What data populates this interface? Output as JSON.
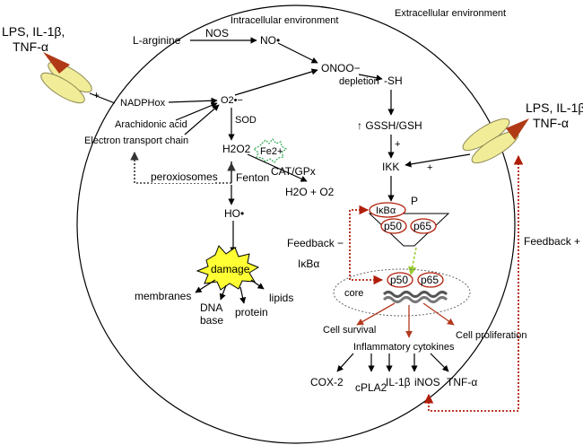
{
  "regions": {
    "intracellular": "Intracellular environment",
    "extracellular": "Extracellular environment"
  },
  "stimulus_left": {
    "line1": "LPS, IL-1β,",
    "line2": "TNF-α"
  },
  "stimulus_right": {
    "line1": "LPS, IL-1β,",
    "line2": "TNF-α"
  },
  "nodes": {
    "l_arginine": "L-arginine",
    "nos": "NOS",
    "no_radical": "NO•",
    "peroxynitrite": "ONOO−",
    "nadphox": "NADPHox",
    "superoxide": "O2•−",
    "plus_nadph": "+",
    "arachidonic_acid": "Arachidonic acid",
    "electron_transport": "Electron transport chain",
    "sod": "SOD",
    "h2o2": "H2O2",
    "fe2": "Fe2+",
    "cat_gpx": "CAT/GPx",
    "fenton": "Fenton",
    "water_oxygen": "H2O + O2",
    "peroxiosomes": "peroxiosomes",
    "hydroxyl": "HO•",
    "damage": "damage",
    "membranes": "membranes",
    "dna": "DNA",
    "base": "base",
    "protein": "protein",
    "lipids": "lipids",
    "depletion": "depletion",
    "sh": "-SH",
    "gssh_gsh": "↑ GSSH/GSH",
    "plus_gssh": "+",
    "ikk": "IKK",
    "plus_ikk": "+",
    "p_label": "P",
    "ikba": "IκBα",
    "p50": "p50",
    "p65": "p65",
    "feedback_minus": "Feedback −",
    "ikba_side": "IκBα",
    "core": "core",
    "nuc_p50": "p50",
    "nuc_p65": "p65",
    "cell_survival": "Cell survival",
    "cell_proliferation": "Cell proliferation",
    "inflammatory_cytokines": "Inflammatory cytokines",
    "cox2": "COX-2",
    "cpla2": "cPLA2",
    "il1b": "IL-1β",
    "inos": "iNOS",
    "tnfa": "TNF-α",
    "feedback_plus": "Feedback +"
  },
  "colors": {
    "receptor": "#f0ec98",
    "receptor_stroke": "#8a8650",
    "ligand": "#b03a16",
    "dotted_red": "#b01e0a",
    "oval_red": "#b01e0a",
    "green_arrow": "#9acd32",
    "damage_burst": "#ffff33",
    "fe_burst": "#33aa55",
    "cytokine_arrow": "#b43a1e"
  }
}
